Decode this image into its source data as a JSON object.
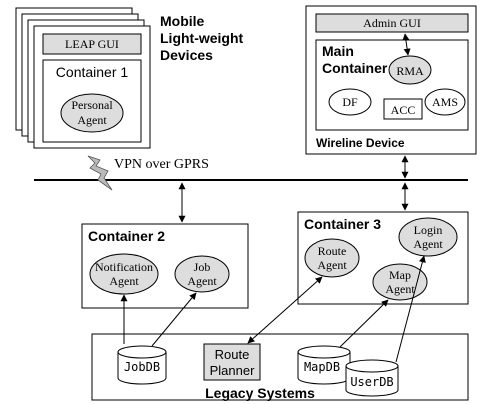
{
  "mobile": {
    "title_line1": "Mobile",
    "title_line2": "Light-weight",
    "title_line3": "Devices",
    "leap_gui": "LEAP GUI",
    "container1": "Container 1",
    "personal_agent_line1": "Personal",
    "personal_agent_line2": "Agent"
  },
  "wireline": {
    "admin_gui": "Admin GUI",
    "main_container_line1": "Main",
    "main_container_line2": "Container",
    "rma": "RMA",
    "df": "DF",
    "acc": "ACC",
    "ams": "AMS",
    "label": "Wireline Device"
  },
  "network": {
    "vpn_label": "VPN over GPRS"
  },
  "container2": {
    "title": "Container 2",
    "notification_agent_line1": "Notification",
    "notification_agent_line2": "Agent",
    "job_agent_line1": "Job",
    "job_agent_line2": "Agent"
  },
  "container3": {
    "title": "Container 3",
    "route_agent_line1": "Route",
    "route_agent_line2": "Agent",
    "login_agent_line1": "Login",
    "login_agent_line2": "Agent",
    "map_agent_line1": "Map",
    "map_agent_line2": "Agent"
  },
  "legacy": {
    "label": "Legacy Systems",
    "jobdb": "JobDB",
    "route_planner_line1": "Route",
    "route_planner_line2": "Planner",
    "mapdb": "MapDB",
    "userdb": "UserDB"
  },
  "colors": {
    "node_fill": "#dddddd",
    "line": "#000000",
    "background": "#ffffff"
  }
}
